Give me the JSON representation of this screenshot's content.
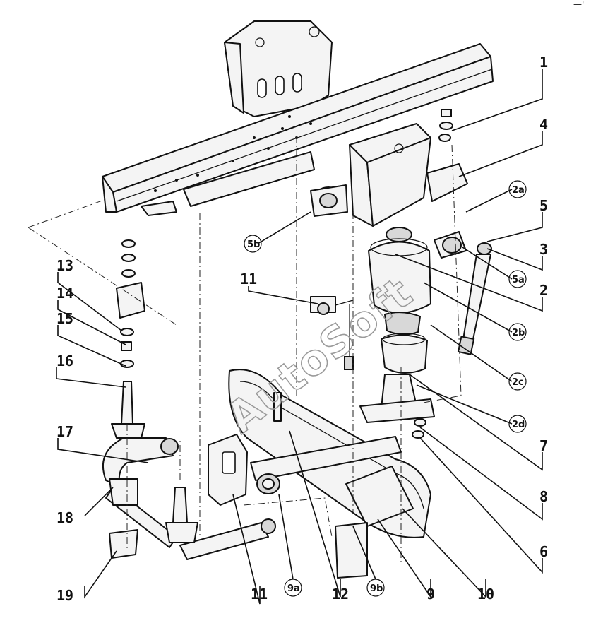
{
  "watermark": "AutoSoft",
  "corner_mark": "—'",
  "callouts": {
    "c1": "1",
    "c4": "4",
    "c2a_top": "2a",
    "c5": "5",
    "c3": "3",
    "c5a": "5a",
    "c2": "2",
    "c2b": "2b",
    "c2c": "2c",
    "c2d": "2d",
    "c7": "7",
    "c8": "8",
    "c6": "6",
    "c10": "10",
    "c9": "9",
    "c9b": "9b",
    "c12": "12",
    "c9a": "9a",
    "c11b": "11",
    "c19": "19",
    "c18": "18",
    "c17": "17",
    "c16": "16",
    "c15": "15",
    "c14": "14",
    "c13": "13",
    "c11a": "11",
    "c5b": "5b"
  }
}
